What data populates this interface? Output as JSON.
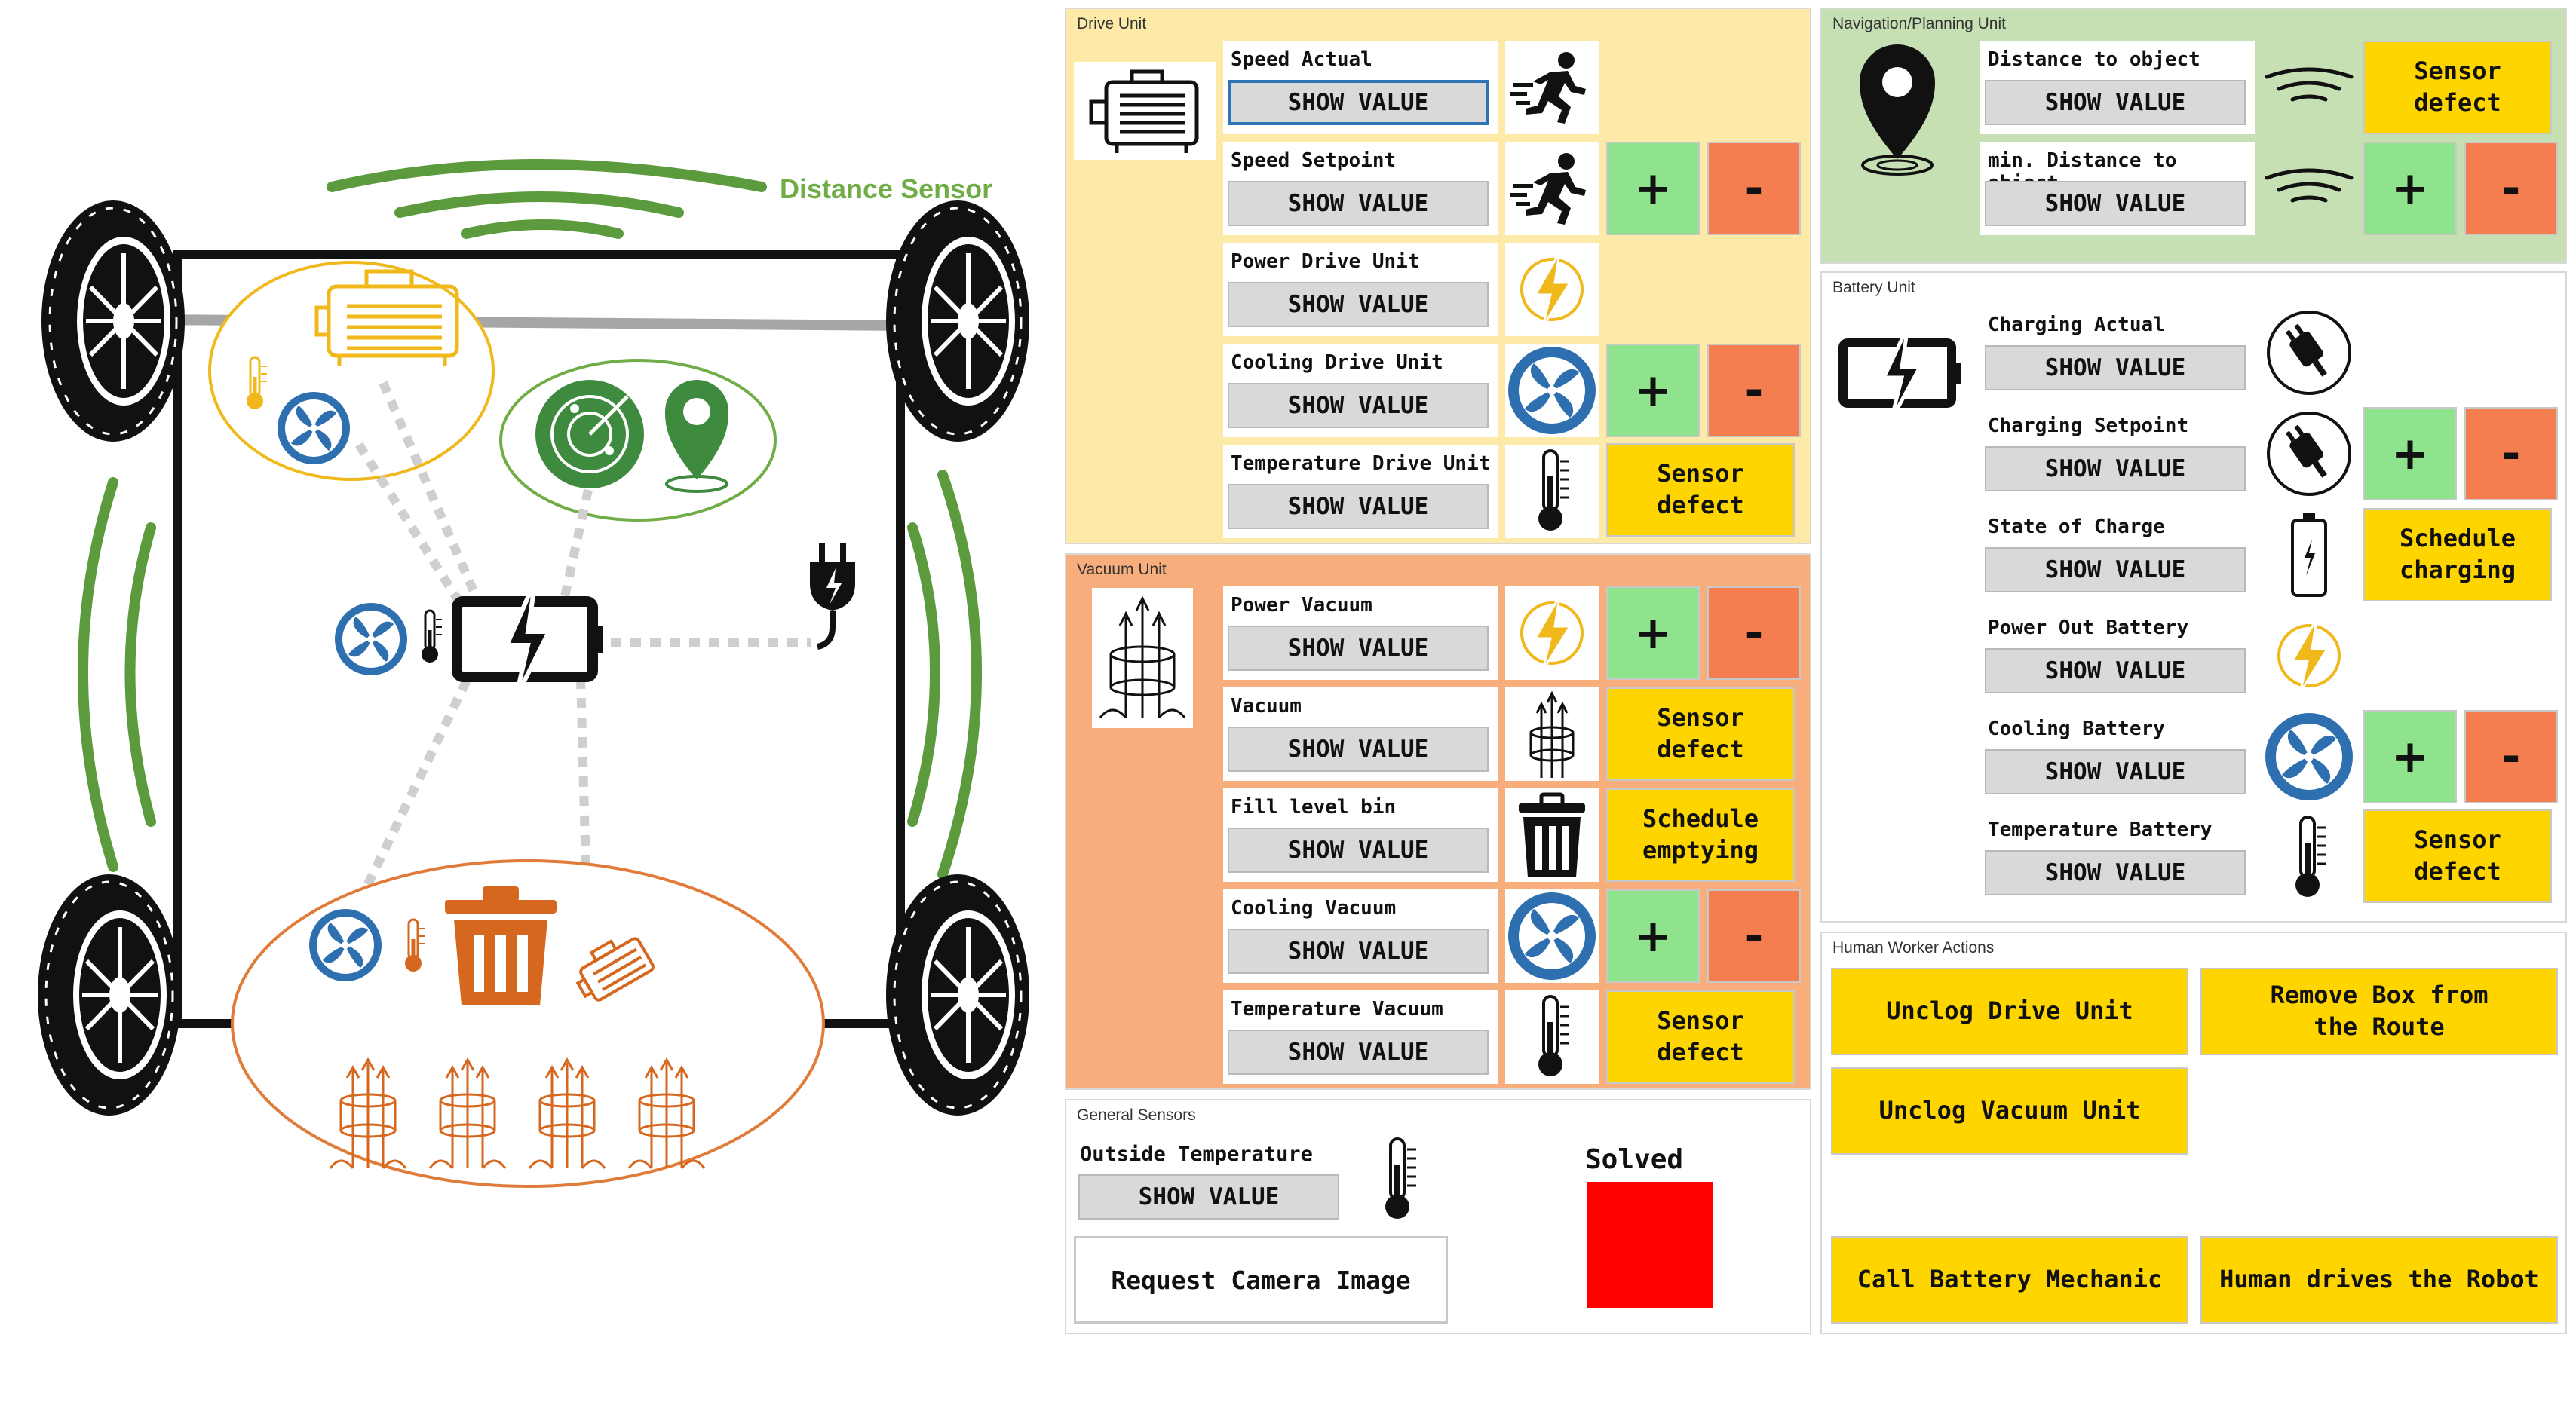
{
  "diagram": {
    "distance_sensor_label": "Distance Sensor"
  },
  "drive_unit": {
    "title": "Drive Unit",
    "speed_actual": {
      "label": "Speed Actual",
      "button": "SHOW VALUE"
    },
    "speed_setpoint": {
      "label": "Speed Setpoint",
      "button": "SHOW VALUE"
    },
    "power": {
      "label": "Power Drive Unit",
      "button": "SHOW VALUE"
    },
    "cooling": {
      "label": "Cooling Drive Unit",
      "button": "SHOW VALUE"
    },
    "temperature": {
      "label": "Temperature Drive Unit",
      "button": "SHOW VALUE",
      "action": "Sensor\ndefect"
    }
  },
  "vacuum_unit": {
    "title": "Vacuum Unit",
    "power": {
      "label": "Power Vacuum",
      "button": "SHOW VALUE"
    },
    "vacuum": {
      "label": "Vacuum",
      "button": "SHOW VALUE",
      "action": "Sensor\ndefect"
    },
    "fill_level": {
      "label": "Fill level bin",
      "button": "SHOW VALUE",
      "action": "Schedule\nemptying"
    },
    "cooling": {
      "label": "Cooling Vacuum",
      "button": "SHOW VALUE"
    },
    "temperature": {
      "label": "Temperature Vacuum",
      "button": "SHOW VALUE",
      "action": "Sensor\ndefect"
    }
  },
  "general_sensors": {
    "title": "General Sensors",
    "outside_temp": {
      "label": "Outside Temperature",
      "button": "SHOW VALUE"
    },
    "camera_button": "Request Camera Image",
    "solved_label": "Solved"
  },
  "navigation_unit": {
    "title": "Navigation/Planning Unit",
    "distance": {
      "label": "Distance to object",
      "button": "SHOW VALUE",
      "action": "Sensor\ndefect"
    },
    "min_distance": {
      "label": "min. Distance to object",
      "button": "SHOW VALUE"
    }
  },
  "battery_unit": {
    "title": "Battery Unit",
    "charging_actual": {
      "label": "Charging Actual",
      "button": "SHOW VALUE"
    },
    "charging_setpoint": {
      "label": "Charging Setpoint",
      "button": "SHOW VALUE"
    },
    "soc": {
      "label": "State of Charge",
      "button": "SHOW VALUE",
      "action": "Schedule\ncharging"
    },
    "power_out": {
      "label": "Power Out Battery",
      "button": "SHOW VALUE"
    },
    "cooling": {
      "label": "Cooling Battery",
      "button": "SHOW VALUE"
    },
    "temperature": {
      "label": "Temperature Battery",
      "button": "SHOW VALUE",
      "action": "Sensor\ndefect"
    }
  },
  "human_actions": {
    "title": "Human Worker Actions",
    "unclog_drive": "Unclog Drive Unit",
    "remove_box": "Remove Box from\nthe Route",
    "unclog_vacuum": "Unclog Vacuum Unit",
    "call_mechanic": "Call Battery Mechanic",
    "human_drives": "Human drives the Robot"
  },
  "controls": {
    "plus": "+",
    "minus": "-"
  },
  "colors": {
    "drive_bg": "#fde9a8",
    "vacuum_bg": "#f7ad7c",
    "nav_bg": "#c6e0b4",
    "green_accent": "#70ad47",
    "orange_accent": "#d6671f",
    "yellow_accent": "#f0b81a",
    "blue_accent": "#2e6fb0",
    "solved_red": "#ff0000"
  }
}
